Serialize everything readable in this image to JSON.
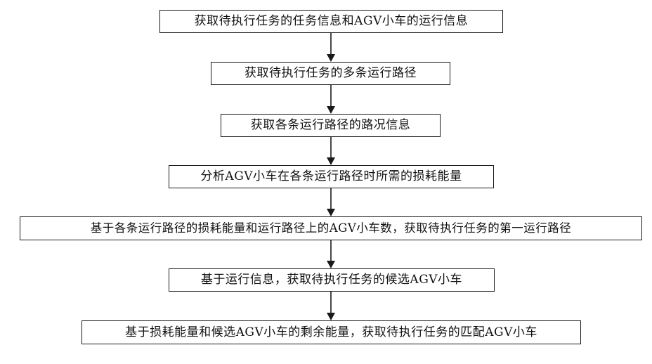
{
  "steps": [
    {
      "text": "获取待执行任务的任务信息和AGV小车的运行信息"
    },
    {
      "text": "获取待执行任务的多条运行路径"
    },
    {
      "text": "获取各条运行路径的路况信息"
    },
    {
      "text": "分析AGV小车在各条运行路径时所需的损耗能量"
    },
    {
      "text": "基于各条运行路径的损耗能量和运行路径上的AGV小车数，获取待执行任务的第一运行路径"
    },
    {
      "text": "基于运行信息，获取待执行任务的候选AGV小车"
    },
    {
      "text": "基于损耗能量和候选AGV小车的剩余能量，获取待执行任务的匹配AGV小车"
    }
  ],
  "colors": {
    "line": "#1a1a1a",
    "box_border": "#1a1a1a",
    "background": "#ffffff"
  }
}
